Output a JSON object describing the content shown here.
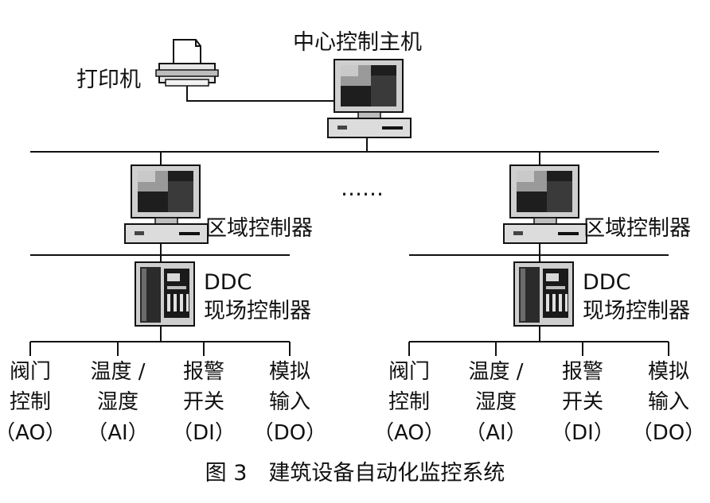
{
  "nodes": {
    "main_host": "中心控制主机",
    "printer": "打印机",
    "ellipsis": "……",
    "zone_left": "区域控制器",
    "zone_right": "区域控制器",
    "ddc_left_line1": "DDC",
    "ddc_left_line2": "现场控制器",
    "ddc_right_line1": "DDC",
    "ddc_right_line2": "现场控制器"
  },
  "io_left": [
    {
      "line1": "阀门",
      "line2": "控制",
      "line3": "（AO）"
    },
    {
      "line1": "温度 /",
      "line2": "湿度",
      "line3": "（AI）"
    },
    {
      "line1": "报警",
      "line2": "开关",
      "line3": "（DI）"
    },
    {
      "line1": "模拟",
      "line2": "输入",
      "line3": "（DO）"
    }
  ],
  "io_right": [
    {
      "line1": "阀门",
      "line2": "控制",
      "line3": "（AO）"
    },
    {
      "line1": "温度 /",
      "line2": "湿度",
      "line3": "（AI）"
    },
    {
      "line1": "报警",
      "line2": "开关",
      "line3": "（DI）"
    },
    {
      "line1": "模拟",
      "line2": "输入",
      "line3": "（DO）"
    }
  ],
  "caption": "图 3　建筑设备自动化监控系统"
}
